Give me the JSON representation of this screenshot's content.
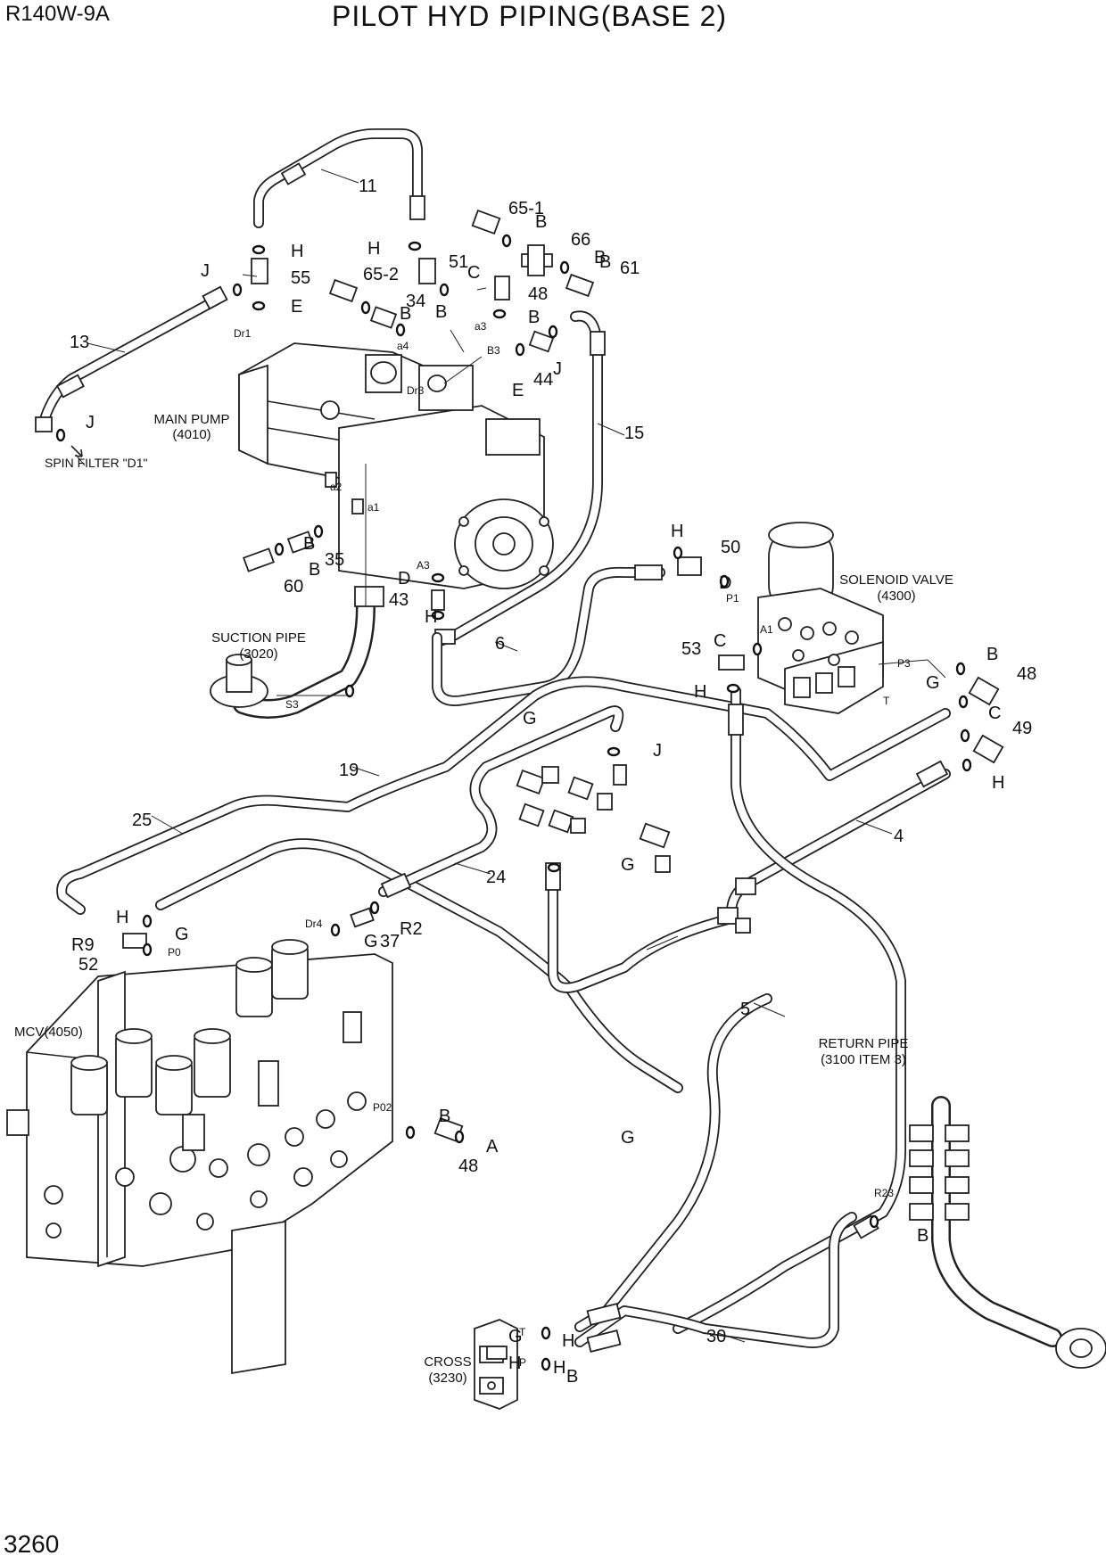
{
  "header": {
    "model": "R140W-9A",
    "title": "PILOT HYD PIPING(BASE 2)"
  },
  "page_number": "3260",
  "components": {
    "main_pump": [
      "MAIN PUMP",
      "(4010)"
    ],
    "solenoid_valve": [
      "SOLENOID VALVE",
      "(4300)"
    ],
    "suction_pipe": [
      "SUCTION PIPE",
      "(3020)"
    ],
    "mcv": "MCV(4050)",
    "return_pipe": [
      "RETURN PIPE",
      "(3100 ITEM 3)"
    ],
    "cross": [
      "CROSS",
      "(3230)"
    ],
    "spin_filter": "SPIN FILTER \"D1\""
  },
  "callouts": [
    "11",
    "13",
    "15",
    "6",
    "19",
    "25",
    "24",
    "4",
    "5",
    "30",
    "55",
    "65-1",
    "66",
    "61",
    "65-2",
    "51",
    "34",
    "48",
    "44",
    "60",
    "35",
    "43",
    "50",
    "53",
    "48",
    "49",
    "52",
    "37",
    "48"
  ],
  "letter_callouts": [
    "H",
    "J",
    "E",
    "H",
    "B",
    "B",
    "C",
    "B",
    "B",
    "B",
    "B",
    "E",
    "J",
    "J",
    "B",
    "B",
    "D",
    "H",
    "H",
    "D",
    "C",
    "H",
    "B",
    "G",
    "C",
    "H",
    "J",
    "G",
    "G",
    "R9",
    "H",
    "R2",
    "G",
    "G",
    "B",
    "A",
    "G",
    "B",
    "G",
    "B",
    "H",
    "H",
    "H"
  ],
  "port_labels": [
    "Dr1",
    "a4",
    "a3",
    "B3",
    "Dr3",
    "a2",
    "a1",
    "A3",
    "S3",
    "P1",
    "A1",
    "P3",
    "T",
    "Dr4",
    "P0",
    "P02",
    "R23",
    "T",
    "P"
  ]
}
